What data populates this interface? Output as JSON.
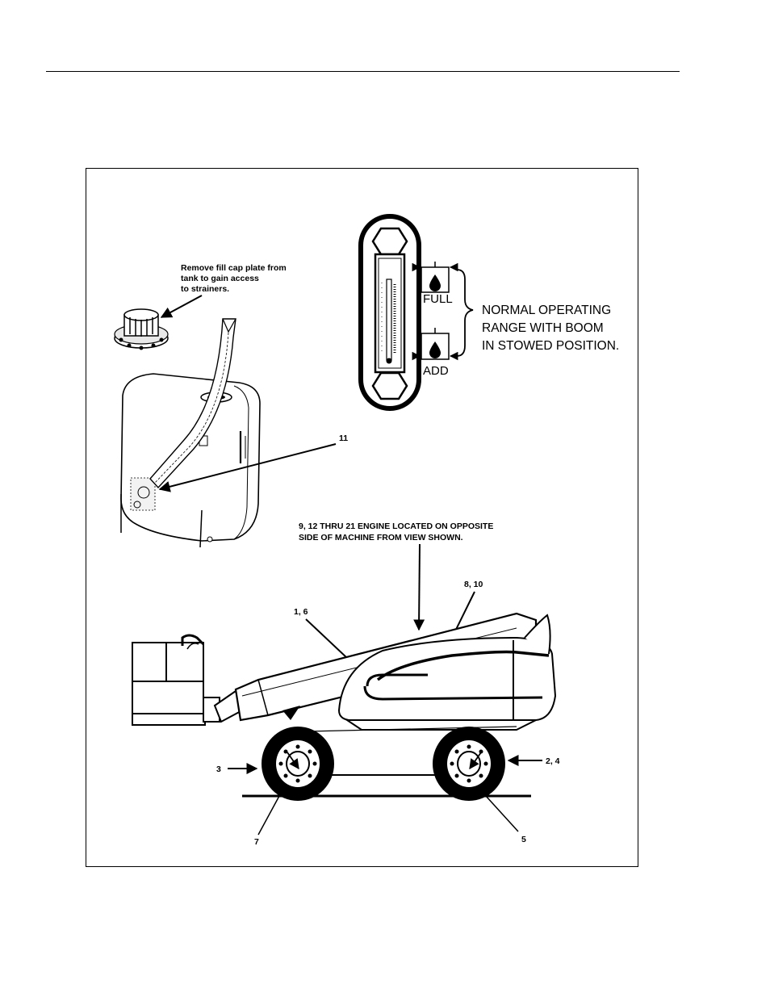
{
  "callouts": {
    "fill_cap_note": [
      "Remove fill cap plate from",
      "tank to gain access",
      "to strainers."
    ],
    "item_11": "11",
    "engine_note": [
      "9, 12 THRU 21 ENGINE LOCATED ON OPPOSITE",
      "SIDE OF MACHINE  FROM VIEW SHOWN."
    ],
    "item_8_10": "8, 10",
    "item_1_6": "1, 6",
    "item_3": "3",
    "item_2_4": "2, 4",
    "item_7": "7",
    "item_5": "5"
  },
  "gauge": {
    "full_label": "FULL",
    "add_label": "ADD",
    "range_note": [
      "NORMAL OPERATING",
      "RANGE WITH BOOM",
      "IN STOWED POSITION."
    ]
  }
}
